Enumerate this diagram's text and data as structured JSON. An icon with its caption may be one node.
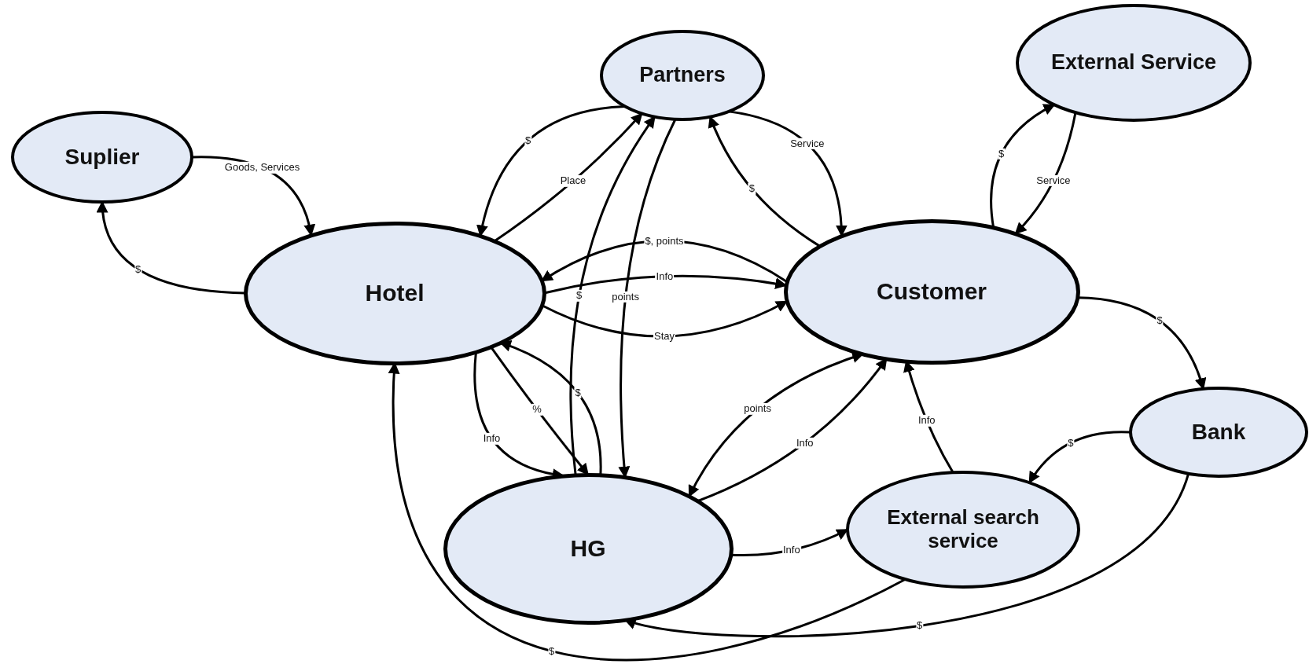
{
  "diagram": {
    "nodes": [
      {
        "text": [
          "Suplier"
        ]
      },
      {
        "text": [
          "Partners"
        ]
      },
      {
        "text": [
          "External Service"
        ]
      },
      {
        "text": [
          "Hotel"
        ]
      },
      {
        "text": [
          "Customer"
        ]
      },
      {
        "text": [
          "Bank"
        ]
      },
      {
        "text": [
          "HG"
        ]
      },
      {
        "text": [
          "External search service"
        ]
      }
    ],
    "edges": [
      {
        "from": 0,
        "to": 3,
        "arrow": "to",
        "label": "Goods, Services"
      },
      {
        "from": 3,
        "to": 0,
        "arrow": "to",
        "label": "$"
      },
      {
        "from": 1,
        "to": 3,
        "arrow": "to",
        "label": "$"
      },
      {
        "from": 3,
        "to": 1,
        "arrow": "to",
        "label": "Place"
      },
      {
        "from": 1,
        "to": 4,
        "arrow": "to",
        "label": "Service"
      },
      {
        "from": 4,
        "to": 1,
        "arrow": "to",
        "label": "$"
      },
      {
        "from": 4,
        "to": 2,
        "arrow": "to",
        "label": "$"
      },
      {
        "from": 2,
        "to": 4,
        "arrow": "to",
        "label": "Service"
      },
      {
        "from": 4,
        "to": 3,
        "arrow": "to",
        "label": "$, points"
      },
      {
        "from": 3,
        "to": 4,
        "arrow": "to",
        "label": "Info"
      },
      {
        "from": 3,
        "to": 4,
        "arrow": "to",
        "label": "Stay"
      },
      {
        "from": 6,
        "to": 1,
        "arrow": "to",
        "label": "$"
      },
      {
        "from": 1,
        "to": 6,
        "arrow": "to",
        "label": "points"
      },
      {
        "from": 3,
        "to": 6,
        "arrow": "to",
        "label": "Info"
      },
      {
        "from": 3,
        "to": 6,
        "arrow": "to",
        "label": "%"
      },
      {
        "from": 6,
        "to": 3,
        "arrow": "to",
        "label": "$"
      },
      {
        "from": 4,
        "to": 6,
        "arrow": "both",
        "label": "points"
      },
      {
        "from": 6,
        "to": 4,
        "arrow": "to",
        "label": "Info"
      },
      {
        "from": 4,
        "to": 5,
        "arrow": "to",
        "label": "$"
      },
      {
        "from": 5,
        "to": 7,
        "arrow": "to",
        "label": "$"
      },
      {
        "from": 7,
        "to": 4,
        "arrow": "to",
        "label": "Info"
      },
      {
        "from": 6,
        "to": 7,
        "arrow": "to",
        "label": "Info"
      },
      {
        "from": 7,
        "to": 3,
        "arrow": "to",
        "label": "$"
      },
      {
        "from": 5,
        "to": 6,
        "arrow": "to",
        "label": "$"
      }
    ]
  }
}
